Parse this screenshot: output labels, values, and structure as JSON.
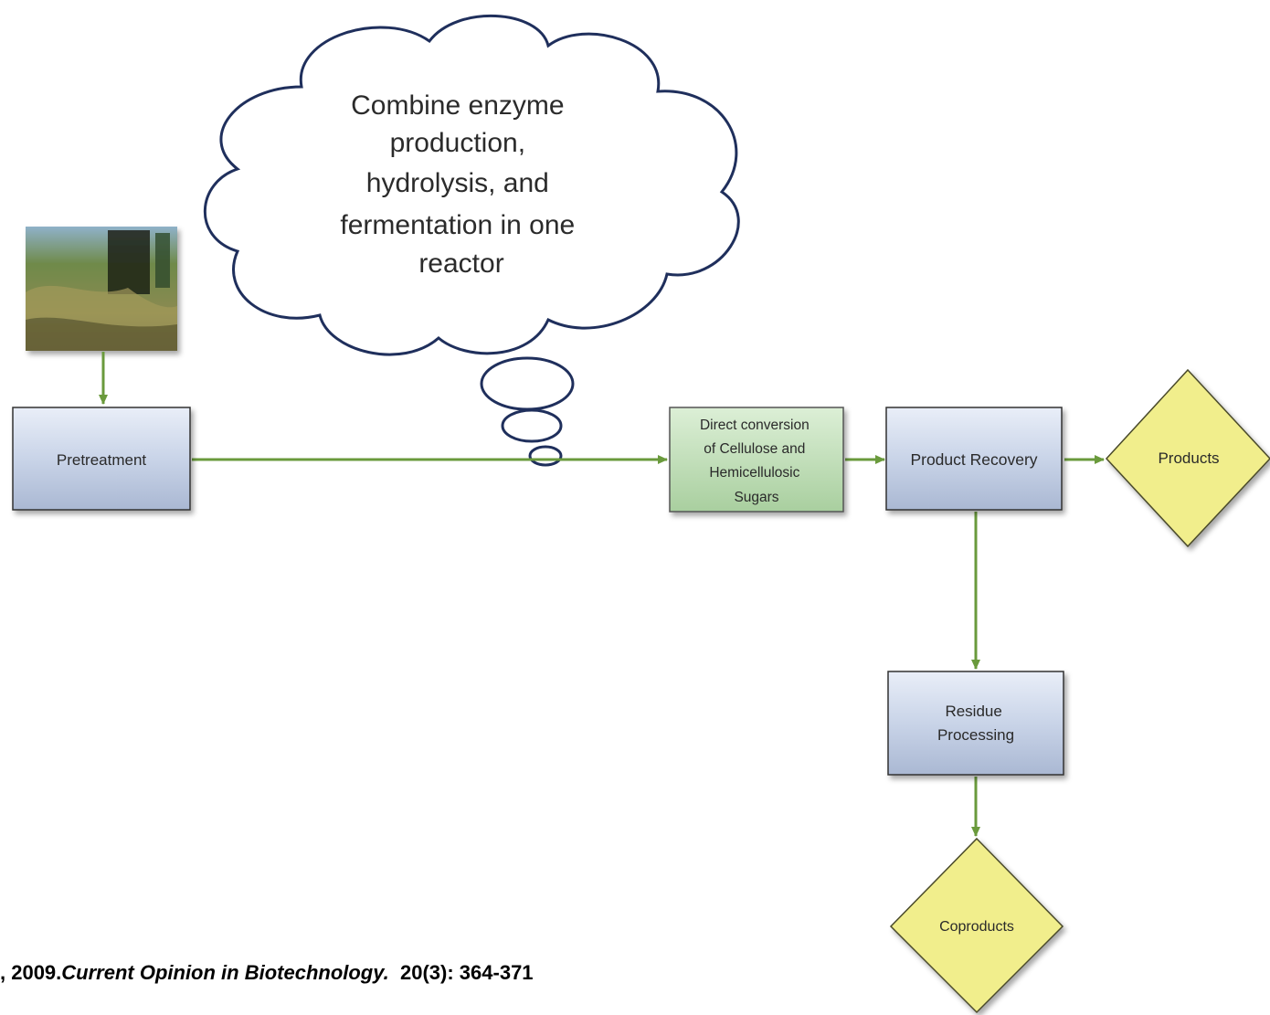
{
  "thought_cloud": {
    "lines": [
      "Combine enzyme",
      "production,",
      "hydrolysis, and",
      "fermentation in one",
      "reactor"
    ]
  },
  "nodes": {
    "pretreatment": "Pretreatment",
    "direct_conversion": [
      "Direct conversion",
      "of Cellulose and",
      "Hemicellulosic",
      "Sugars"
    ],
    "product_recovery": "Product Recovery",
    "products": "Products",
    "residue_processing": [
      "Residue",
      "Processing"
    ],
    "coproducts": "Coproducts"
  },
  "photo": {
    "description_icon": "biomass-photo"
  },
  "citation": {
    "prefix": ", 2009.",
    "journal": "Current Opinion in Biotechnology.",
    "suffix": "  20(3): 364-371"
  },
  "colors": {
    "arrow": "#6a9a3c",
    "process_box": "#c8d3e6",
    "conversion_box": "#c6e2c0",
    "diamond": "#f1ee8c"
  }
}
